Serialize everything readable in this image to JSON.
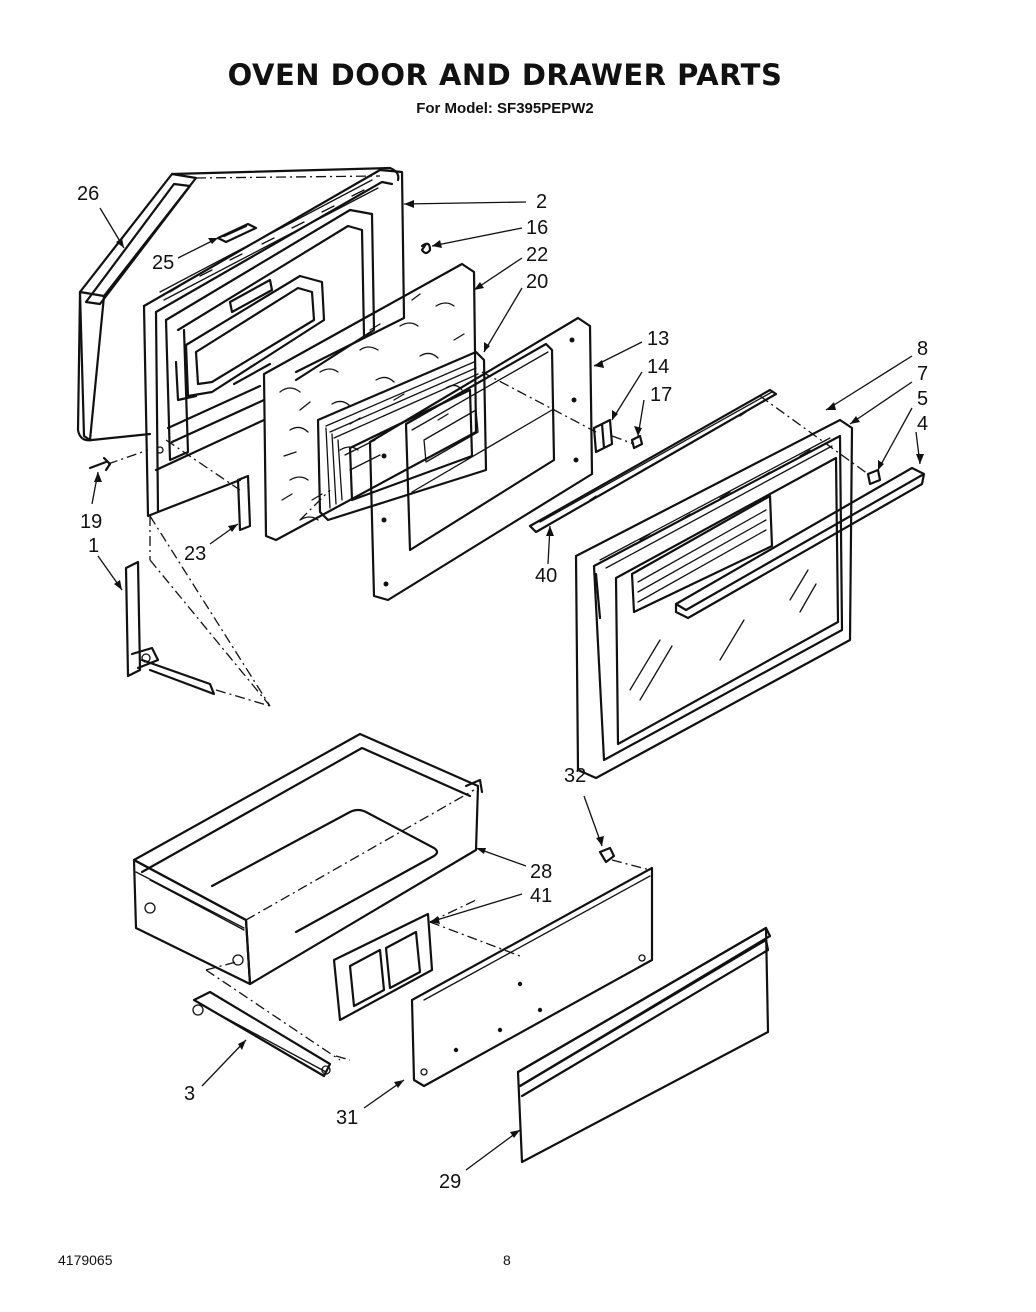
{
  "title": "OVEN DOOR AND DRAWER PARTS",
  "subtitle": "For Model: SF395PEPW2",
  "footer": {
    "doc_number": "4179065",
    "page": "8"
  },
  "callouts": [
    "26",
    "25",
    "2",
    "16",
    "22",
    "20",
    "13",
    "14",
    "17",
    "8",
    "7",
    "5",
    "4",
    "19",
    "1",
    "23",
    "40",
    "32",
    "28",
    "41",
    "3",
    "31",
    "29"
  ]
}
